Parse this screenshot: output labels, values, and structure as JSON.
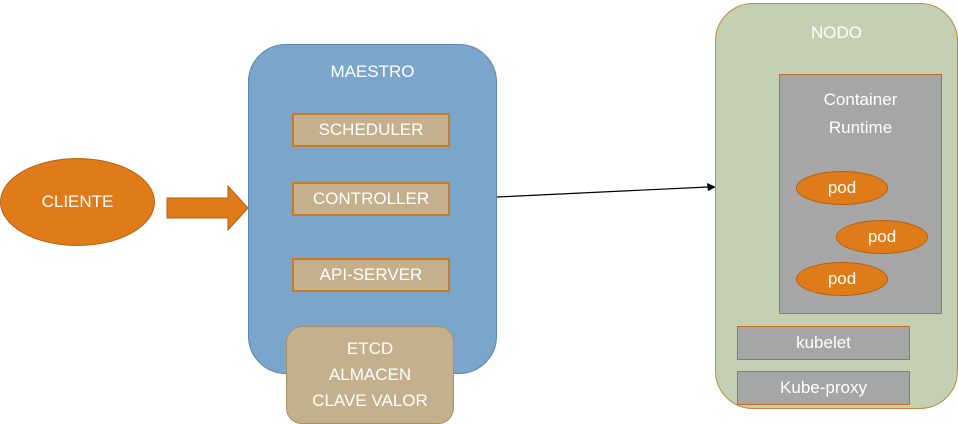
{
  "client": {
    "label": "CLIENTE"
  },
  "maestro": {
    "title": "MAESTRO",
    "components": [
      "SCHEDULER",
      "CONTROLLER",
      "API-SERVER"
    ],
    "etcd_lines": [
      "ETCD",
      "ALMACEN",
      "CLAVE VALOR"
    ]
  },
  "nodo": {
    "title": "NODO",
    "runtime_lines": [
      "Container",
      "Runtime"
    ],
    "pods": [
      "pod",
      "pod",
      "pod"
    ],
    "kubelet": "kubelet",
    "proxy": "Kube-proxy"
  },
  "colors": {
    "orange": "#e07b1a",
    "maestro_blue": "#7ba6cc",
    "component_tan": "#c4b08c",
    "nodo_green": "#c5cfb4",
    "runtime_gray": "#a6a6a6"
  }
}
